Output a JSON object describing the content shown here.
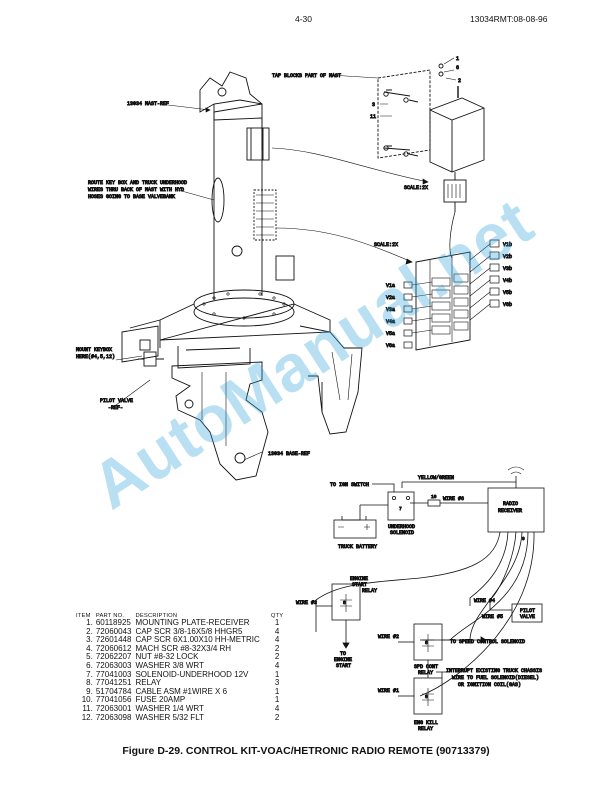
{
  "header": {
    "page_number": "4-30",
    "doc_code": "13034RMT:08-08-96"
  },
  "callouts": {
    "mast_ref": "13034 MAST-REF",
    "tap_blocks": "TAP BLOCKS PART OF MAST",
    "route_note": [
      "ROUTE KEY BOX AND TRUCK UNDERHOOD",
      "WIRES THRU BACK OF MAST WITH HYD",
      "HOSES GOING TO BASE VALVEBANK"
    ],
    "scale_1": "SCALE:2X",
    "scale_2": "SCALE:2X",
    "mount_keybox": [
      "MOUNT KEYBOX",
      "HERE(#4,5,12)"
    ],
    "pilot_valve_ref": [
      "PILOT VALVE",
      "-REF-"
    ],
    "base_ref": "13034 BASE-REF",
    "item_numbers": [
      "1",
      "6",
      "2",
      "3",
      "11"
    ],
    "valve_left": [
      "V1a",
      "V2a",
      "V3a",
      "V4a",
      "V5a",
      "V6a"
    ],
    "valve_right": [
      "V1b",
      "V2b",
      "V3b",
      "V4b",
      "V5b",
      "V6b"
    ]
  },
  "schematic": {
    "to_ign_switch": "TO IGN SWITCH",
    "yellow_green": "YELLOW/GREEN",
    "wire_6": "WIRE #6",
    "radio_receiver": [
      "RADIO",
      "RECEIVER"
    ],
    "truck_battery": "TRUCK BATTERY",
    "underhood_solenoid": [
      "UNDERHOOD",
      "SOLENOID"
    ],
    "engine_start_relay": [
      "ENGINE",
      "START",
      "RELAY"
    ],
    "wire_3": "WIRE #3",
    "wire_4": "WIRE #4",
    "wire_5": "WIRE #5",
    "wire_2": "WIRE #2",
    "wire_1": "WIRE #1",
    "pilot_valve": [
      "PILOT",
      "VALVE"
    ],
    "to_engine_start": [
      "TO",
      "ENGINE",
      "START"
    ],
    "to_speed_control": "TO SPEED CONTROL SOLENOID",
    "spd_cont_relay": [
      "SPD CONT",
      "RELAY"
    ],
    "interrupt_note": [
      "INTERRUPT EXISTING TRUCK CHASSIS",
      "WIRE TO FUEL SOLENOID(DIESEL)",
      "OR IGNITION COIL(GAS)"
    ],
    "eng_kill_relay": [
      "ENG KILL",
      "RELAY"
    ],
    "box_numbers": [
      "7",
      "8",
      "8",
      "8",
      "10",
      "9"
    ]
  },
  "parts_list": {
    "headers": {
      "item": "ITEM",
      "part_no": "PART NO.",
      "description": "DESCRIPTION",
      "qty": "QTY"
    },
    "rows": [
      {
        "item": "1.",
        "part_no": "60118925",
        "description": "MOUNTING PLATE-RECEIVER",
        "qty": "1"
      },
      {
        "item": "2.",
        "part_no": "72060043",
        "description": "CAP SCR 3/8-16X5/8 HHGR5",
        "qty": "4"
      },
      {
        "item": "3.",
        "part_no": "72601448",
        "description": "CAP SCR 6X1.00X10 HH-METRIC",
        "qty": "4"
      },
      {
        "item": "4.",
        "part_no": "72060612",
        "description": "MACH SCR #8-32X3/4 RH",
        "qty": "2"
      },
      {
        "item": "5.",
        "part_no": "72062207",
        "description": "NUT #8-32 LOCK",
        "qty": "2"
      },
      {
        "item": "6.",
        "part_no": "72063003",
        "description": "WASHER 3/8 WRT",
        "qty": "4"
      },
      {
        "item": "7.",
        "part_no": "77041003",
        "description": "SOLENOID-UNDERHOOD 12V",
        "qty": "1"
      },
      {
        "item": "8.",
        "part_no": "77041251",
        "description": "RELAY",
        "qty": "3"
      },
      {
        "item": "9.",
        "part_no": "51704784",
        "description": "CABLE ASM #1WIRE X 6",
        "qty": "1"
      },
      {
        "item": "10.",
        "part_no": "77041056",
        "description": "FUSE 20AMP",
        "qty": "1"
      },
      {
        "item": "11.",
        "part_no": "72063001",
        "description": "WASHER 1/4 WRT",
        "qty": "4"
      },
      {
        "item": "12.",
        "part_no": "72063098",
        "description": "WASHER 5/32 FLT",
        "qty": "2"
      }
    ]
  },
  "caption": "Figure D-29.  CONTROL KIT-VOAC/HETRONIC RADIO REMOTE (90713379)",
  "watermark": "AutoManual.net",
  "colors": {
    "watermark": "#2d9fd9",
    "ink": "#111111"
  }
}
